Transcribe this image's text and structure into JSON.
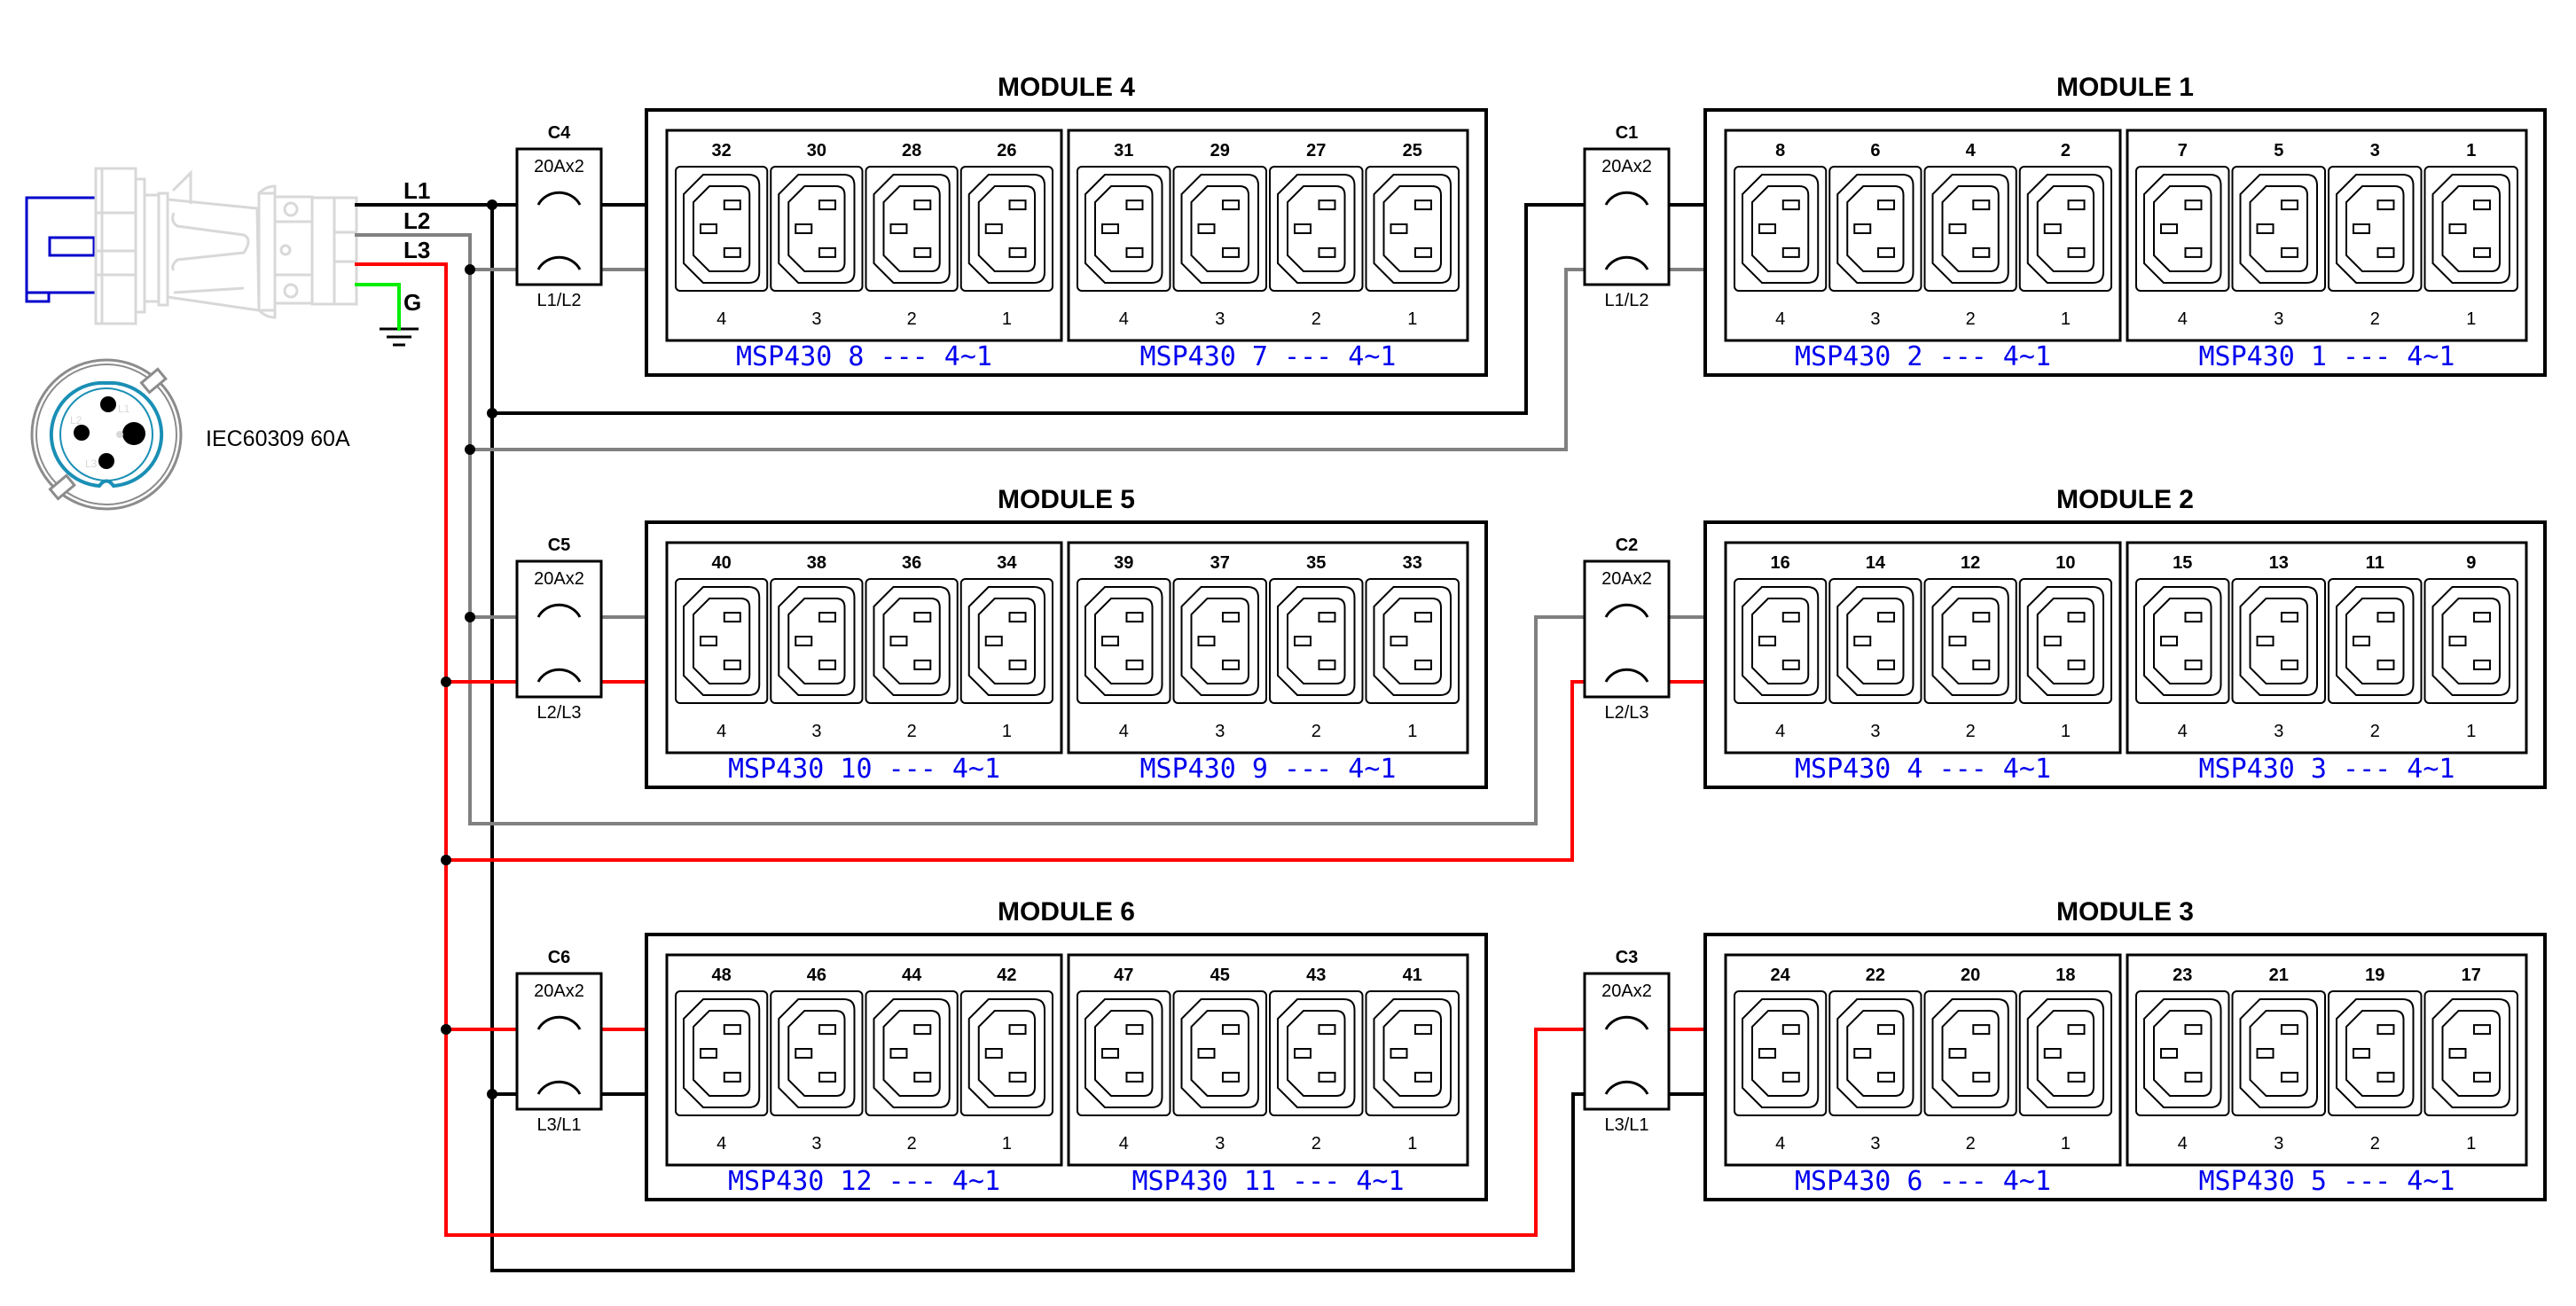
{
  "plug": {
    "model_label": "IEC60309 60A",
    "wire_labels": {
      "l1": "L1",
      "l2": "L2",
      "l3": "L3",
      "ground": "G"
    },
    "socket_pin_labels": [
      "L1",
      "L2",
      "L3"
    ]
  },
  "colors": {
    "l1": "#000000",
    "l2": "#808080",
    "l3": "#ff0000",
    "ground": "#00ee00",
    "plug_body": "#d8d8d8",
    "plug_shell": "#0000cc",
    "socket_ring": "#1a8fb5",
    "socket_outer": "#8c8c8c",
    "msp_text": "#0000ee"
  },
  "breakers": [
    {
      "id": "C4",
      "rating": "20Ax2",
      "phases": "L1/L2"
    },
    {
      "id": "C1",
      "rating": "20Ax2",
      "phases": "L1/L2"
    },
    {
      "id": "C5",
      "rating": "20Ax2",
      "phases": "L2/L3"
    },
    {
      "id": "C2",
      "rating": "20Ax2",
      "phases": "L2/L3"
    },
    {
      "id": "C6",
      "rating": "20Ax2",
      "phases": "L3/L1"
    },
    {
      "id": "C3",
      "rating": "20Ax2",
      "phases": "L3/L1"
    }
  ],
  "modules": [
    {
      "title": "MODULE 4",
      "breaker": "C4",
      "groups": [
        {
          "outlets": [
            "32",
            "30",
            "28",
            "26"
          ],
          "positions": [
            "4",
            "3",
            "2",
            "1"
          ],
          "controller": "MSP430 8 --- 4~1"
        },
        {
          "outlets": [
            "31",
            "29",
            "27",
            "25"
          ],
          "positions": [
            "4",
            "3",
            "2",
            "1"
          ],
          "controller": "MSP430 7 --- 4~1"
        }
      ]
    },
    {
      "title": "MODULE 1",
      "breaker": "C1",
      "groups": [
        {
          "outlets": [
            "8",
            "6",
            "4",
            "2"
          ],
          "positions": [
            "4",
            "3",
            "2",
            "1"
          ],
          "controller": "MSP430 2 --- 4~1"
        },
        {
          "outlets": [
            "7",
            "5",
            "3",
            "1"
          ],
          "positions": [
            "4",
            "3",
            "2",
            "1"
          ],
          "controller": "MSP430 1 --- 4~1"
        }
      ]
    },
    {
      "title": "MODULE 5",
      "breaker": "C5",
      "groups": [
        {
          "outlets": [
            "40",
            "38",
            "36",
            "34"
          ],
          "positions": [
            "4",
            "3",
            "2",
            "1"
          ],
          "controller": "MSP430 10 --- 4~1"
        },
        {
          "outlets": [
            "39",
            "37",
            "35",
            "33"
          ],
          "positions": [
            "4",
            "3",
            "2",
            "1"
          ],
          "controller": "MSP430 9 --- 4~1"
        }
      ]
    },
    {
      "title": "MODULE 2",
      "breaker": "C2",
      "groups": [
        {
          "outlets": [
            "16",
            "14",
            "12",
            "10"
          ],
          "positions": [
            "4",
            "3",
            "2",
            "1"
          ],
          "controller": "MSP430 4 --- 4~1"
        },
        {
          "outlets": [
            "15",
            "13",
            "11",
            "9"
          ],
          "positions": [
            "4",
            "3",
            "2",
            "1"
          ],
          "controller": "MSP430 3 --- 4~1"
        }
      ]
    },
    {
      "title": "MODULE 6",
      "breaker": "C6",
      "groups": [
        {
          "outlets": [
            "48",
            "46",
            "44",
            "42"
          ],
          "positions": [
            "4",
            "3",
            "2",
            "1"
          ],
          "controller": "MSP430 12 --- 4~1"
        },
        {
          "outlets": [
            "47",
            "45",
            "43",
            "41"
          ],
          "positions": [
            "4",
            "3",
            "2",
            "1"
          ],
          "controller": "MSP430 11 --- 4~1"
        }
      ]
    },
    {
      "title": "MODULE 3",
      "breaker": "C3",
      "groups": [
        {
          "outlets": [
            "24",
            "22",
            "20",
            "18"
          ],
          "positions": [
            "4",
            "3",
            "2",
            "1"
          ],
          "controller": "MSP430 6 --- 4~1"
        },
        {
          "outlets": [
            "23",
            "21",
            "19",
            "17"
          ],
          "positions": [
            "4",
            "3",
            "2",
            "1"
          ],
          "controller": "MSP430 5 --- 4~1"
        }
      ]
    }
  ]
}
